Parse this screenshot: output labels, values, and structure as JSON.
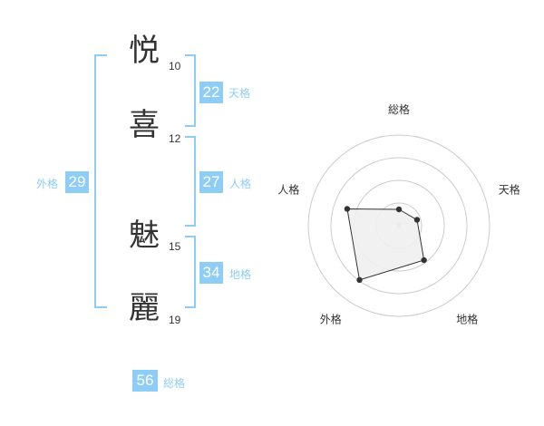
{
  "characters": [
    {
      "kanji": "悦",
      "strokes": "10"
    },
    {
      "kanji": "喜",
      "strokes": "12"
    },
    {
      "kanji": "魅",
      "strokes": "15"
    },
    {
      "kanji": "麗",
      "strokes": "19"
    }
  ],
  "fortunes": {
    "tenkaku": {
      "value": "22",
      "label": "天格"
    },
    "jinkaku": {
      "value": "27",
      "label": "人格"
    },
    "chikaku": {
      "value": "34",
      "label": "地格"
    },
    "gaikaku": {
      "value": "29",
      "label": "外格"
    },
    "soukaku": {
      "value": "56",
      "label": "総格"
    }
  },
  "chart_data": {
    "type": "radar",
    "axes": [
      "総格",
      "天格",
      "地格",
      "外格",
      "人格"
    ],
    "values": [
      0.18,
      0.21,
      0.47,
      0.74,
      0.6
    ],
    "rings": 4,
    "colors": {
      "fill": "#efefef",
      "line": "#333333",
      "grid": "#cccccc",
      "accent": "#8ecdf5"
    }
  }
}
